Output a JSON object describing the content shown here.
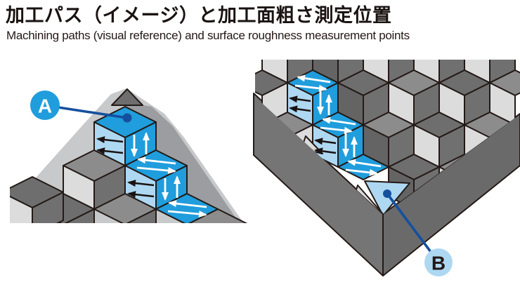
{
  "header": {
    "title": "加工パス（イメージ）と加工面粗さ測定位置",
    "subtitle": "Machining paths (visual reference) and surface roughness measurement points"
  },
  "figures": {
    "left": {
      "label": "A"
    },
    "right": {
      "label": "B"
    }
  },
  "colors": {
    "accent_blue": "#209DDC",
    "light_blue": "#AED8F2",
    "leader_blue": "#15509E",
    "outline": "#241A16",
    "top_gray": "#8C8C8D",
    "top_dark_gray": "#6E6E6F",
    "face_light_gray": "#DCDCDD",
    "face_dark_gray": "#717071",
    "wall_left_gray": "#757576",
    "wall_right_gray": "#6A6A6B",
    "backdrop_gray": "#C8C9CA",
    "background": "#FFFFFF"
  }
}
